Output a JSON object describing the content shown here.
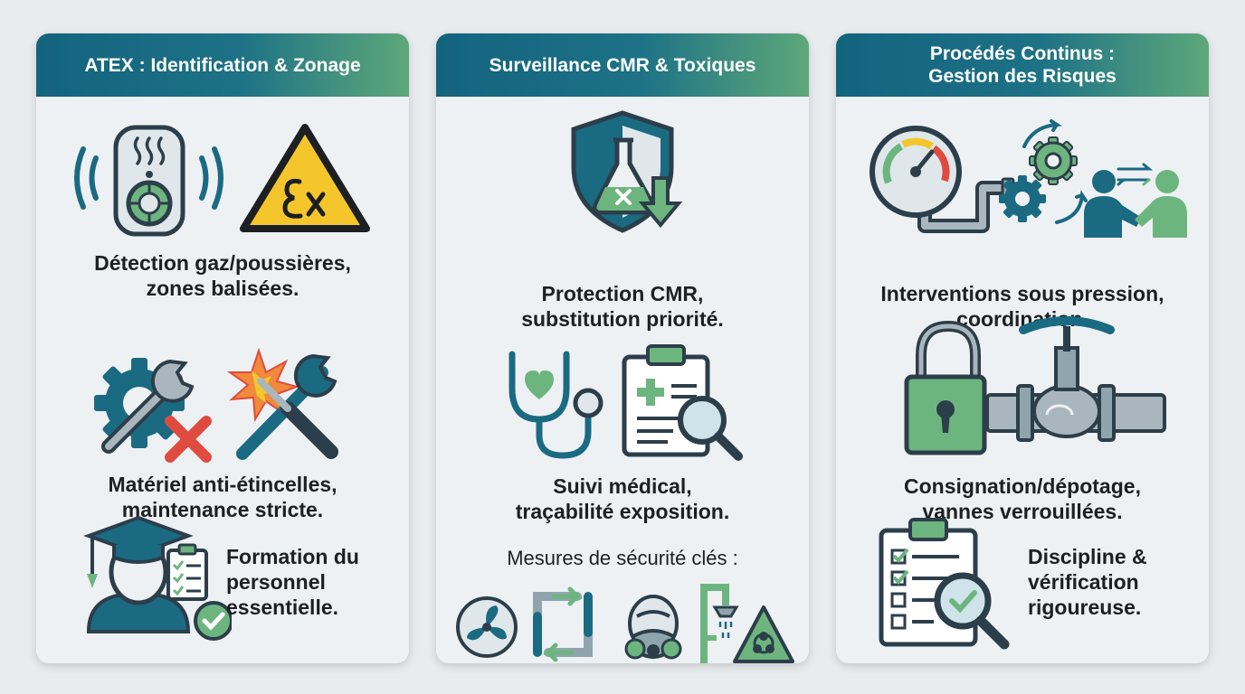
{
  "colors": {
    "teal": "#1a6a82",
    "green": "#6db57f",
    "dark": "#2c3e4a",
    "yellow": "#f5c62c",
    "red": "#e04b3f"
  },
  "columns": [
    {
      "title": "ATEX : Identification & Zonage",
      "items": [
        {
          "line1": "Détection gaz/poussières,",
          "line2": "zones balisées.",
          "icons": [
            "gas-detector-icon",
            "atex-ex-warning-icon"
          ]
        },
        {
          "line1": "Matériel anti-étincelles,",
          "line2": "maintenance stricte.",
          "icons": [
            "gear-wrench-no-spark-icon",
            "spark-tools-icon"
          ]
        },
        {
          "line1": "Formation du",
          "line2": "personnel",
          "line3": "essentielle.",
          "icons": [
            "graduate-checklist-icon"
          ]
        }
      ]
    },
    {
      "title": "Surveillance CMR & Toxiques",
      "items": [
        {
          "line1": "Protection CMR,",
          "line2": "substitution priorité.",
          "icons": [
            "shield-flask-icon"
          ]
        },
        {
          "line1": "Suivi médical,",
          "line2": "traçabilité exposition.",
          "icons": [
            "stethoscope-icon",
            "medical-clipboard-magnifier-icon"
          ]
        }
      ],
      "measures_label": "Mesures de sécurité clés :",
      "measure_icons": [
        "ventilation-fan-icon",
        "closed-circuit-pipes-icon",
        "respirator-mask-icon",
        "safety-shower-icon",
        "biohazard-icon"
      ]
    },
    {
      "title_line1": "Procédés Continus :",
      "title_line2": "Gestion des Risques",
      "items": [
        {
          "line1": "Interventions sous pression,",
          "line2": "coordination.",
          "icons": [
            "pressure-gauge-pipe-icon",
            "gears-cycle-icon",
            "handshake-people-icon"
          ]
        },
        {
          "line1": "Consignation/dépotage,",
          "line2": "vannes verrouillées.",
          "icons": [
            "padlock-icon",
            "locked-valve-pipe-icon"
          ]
        },
        {
          "line1": "Discipline &",
          "line2": "vérification",
          "line3": "rigoureuse.",
          "icons": [
            "checklist-magnifier-icon"
          ]
        }
      ]
    }
  ]
}
